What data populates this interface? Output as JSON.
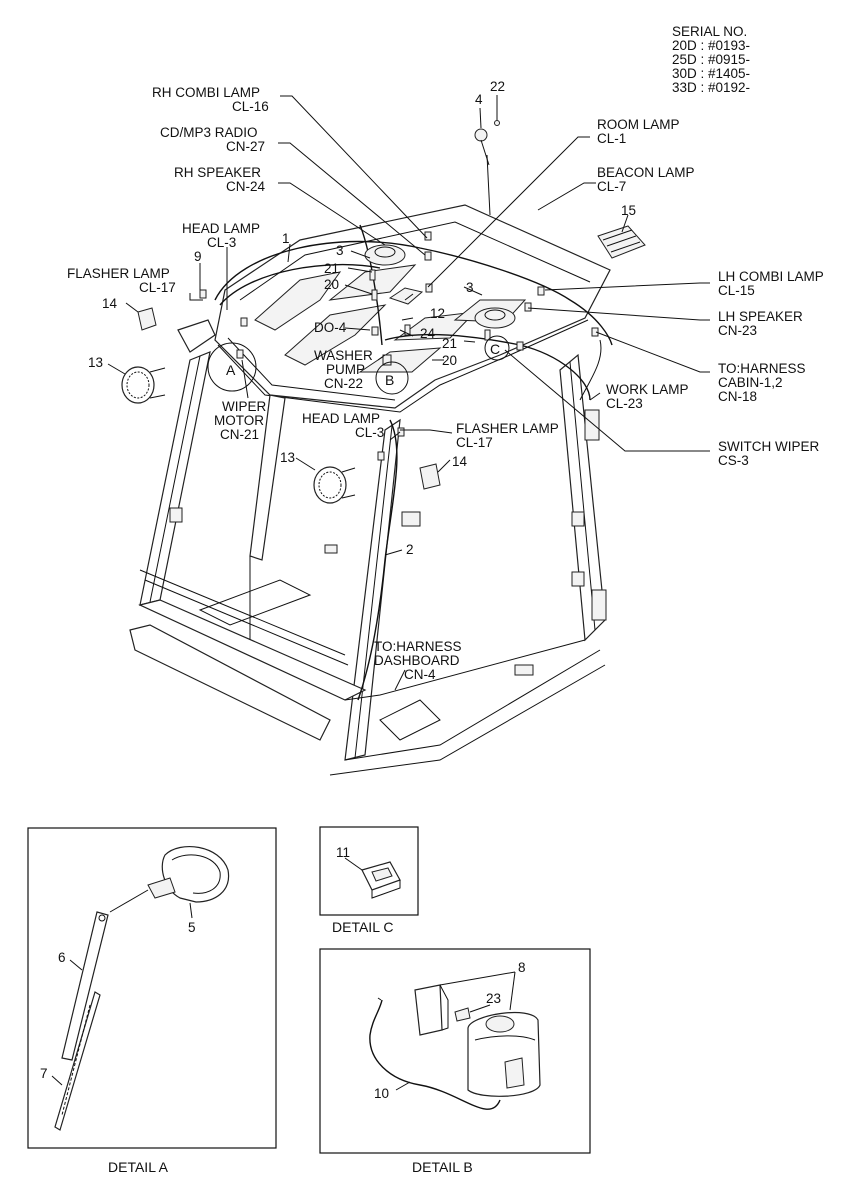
{
  "serial": {
    "title": "SERIAL NO.",
    "lines": [
      "20D : #0193-",
      "25D : #0915-",
      "30D : #1405-",
      "33D : #0192-"
    ]
  },
  "callouts": {
    "rh_combi_lamp": [
      "RH COMBI LAMP",
      "CL-16"
    ],
    "cd_mp3_radio": [
      "CD/MP3  RADIO",
      "CN-27"
    ],
    "rh_speaker": [
      "RH SPEAKER",
      "CN-24"
    ],
    "head_lamp_left": [
      "HEAD LAMP",
      "CL-3"
    ],
    "flasher_lamp_left": [
      "FLASHER LAMP",
      "CL-17"
    ],
    "wiper_motor": [
      "WIPER",
      "MOTOR",
      "CN-21"
    ],
    "washer_pump": [
      "WASHER",
      "PUMP",
      "CN-22"
    ],
    "do4": "DO-4",
    "head_lamp_center": [
      "HEAD LAMP",
      "CL-3"
    ],
    "flasher_lamp_center": [
      "FLASHER LAMP",
      "CL-17"
    ],
    "room_lamp": [
      "ROOM LAMP",
      "CL-1"
    ],
    "beacon_lamp": [
      "BEACON LAMP",
      "CL-7"
    ],
    "lh_combi_lamp": [
      "LH COMBI LAMP",
      "CL-15"
    ],
    "lh_speaker": [
      "LH SPEAKER",
      "CN-23"
    ],
    "to_harness_cabin": [
      "TO:HARNESS",
      "CABIN-1,2",
      "CN-18"
    ],
    "work_lamp": [
      "WORK LAMP",
      "CL-23"
    ],
    "switch_wiper": [
      "SWITCH WIPER",
      "CS-3"
    ],
    "to_harness_dashboard": [
      "TO:HARNESS",
      "DASHBOARD",
      "CN-4"
    ]
  },
  "part_numbers": {
    "n4": "4",
    "n22": "22",
    "n1": "1",
    "n3a": "3",
    "n3b": "3",
    "n9": "9",
    "n21a": "21",
    "n21b": "21",
    "n20a": "20",
    "n20b": "20",
    "n12": "12",
    "n24": "24",
    "n14a": "14",
    "n14b": "14",
    "n13a": "13",
    "n13b": "13",
    "n15": "15",
    "n2": "2",
    "n5": "5",
    "n6": "6",
    "n7": "7",
    "n11": "11",
    "n8": "8",
    "n23": "23",
    "n10": "10"
  },
  "detail_markers": {
    "a": "A",
    "b": "B",
    "c": "C"
  },
  "details": {
    "detail_a": "DETAIL A",
    "detail_b": "DETAIL B",
    "detail_c": "DETAIL C"
  }
}
